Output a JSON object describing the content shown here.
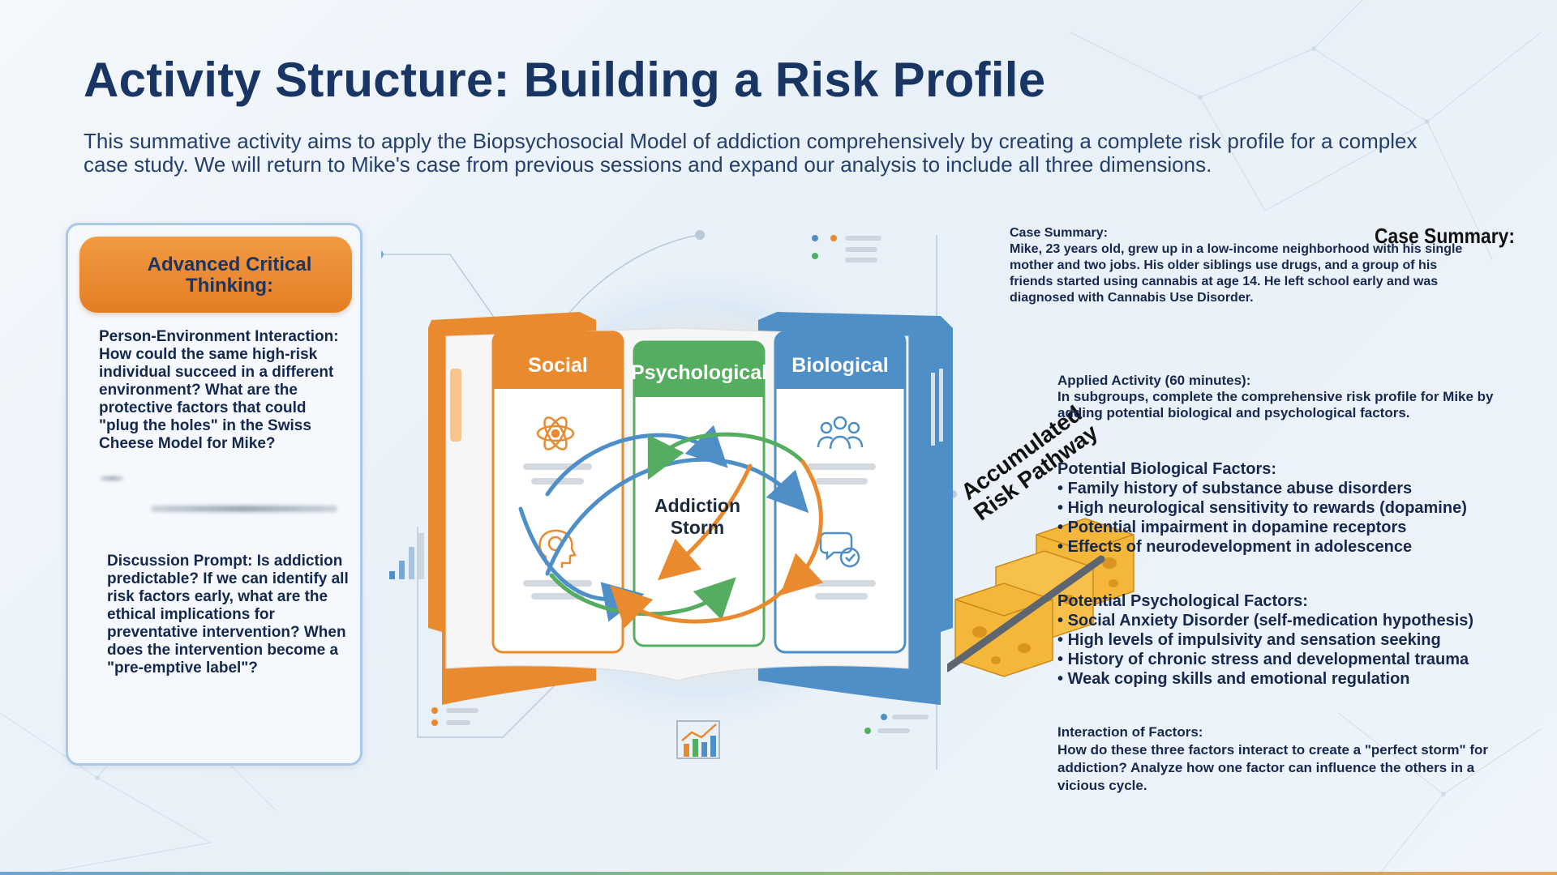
{
  "title": "Activity Structure: Building a Risk Profile",
  "intro": "This summative activity aims to apply the Biopsychosocial Model of addiction comprehensively by creating a complete risk profile for a complex case study. We will return to Mike's case from previous sessions and expand our analysis to include all three dimensions.",
  "left_card": {
    "header": "Advanced Critical Thinking:",
    "person_env": "Person-Environment Interaction: How could the same high-risk individual succeed in a different environment? What are the protective factors that could \"plug the holes\" in the Swiss Cheese Model for Mike?",
    "discussion": "Discussion Prompt: Is addiction predictable? If we can identify all risk factors early, what are the ethical implications for preventative intervention? When does the intervention become a \"pre-emptive label\"?"
  },
  "diagram": {
    "columns": [
      "Social",
      "Psychological",
      "Biological"
    ],
    "center_line1": "Addiction",
    "center_line2": "Storm"
  },
  "case": {
    "heading": "Case Summary:",
    "body": "Mike, 23 years old, grew up in a low-income neighborhood with his single mother and two jobs. His older siblings use drugs, and a group of his friends started using cannabis at age 14. He left school early and was diagnosed with Cannabis Use Disorder.",
    "overlay_label": "Case Summary:"
  },
  "applied": {
    "heading": "Applied Activity (60 minutes):",
    "body": "In subgroups, complete the comprehensive risk profile for Mike by adding potential biological and psychological factors."
  },
  "biological": {
    "heading": "Potential Biological Factors:",
    "items": [
      "Family history of substance abuse disorders",
      "High neurological sensitivity to rewards (dopamine)",
      "Potential impairment in dopamine receptors",
      "Effects of neurodevelopment in adolescence"
    ]
  },
  "psychological": {
    "heading": "Potential Psychological Factors:",
    "items": [
      "Social Anxiety Disorder (self-medication hypothesis)",
      "High levels of impulsivity and sensation seeking",
      "History of chronic stress and developmental trauma",
      "Weak coping skills and emotional regulation"
    ]
  },
  "interaction": {
    "heading": "Interaction of Factors:",
    "body": "How do these three factors interact to create a \"perfect storm\" for addiction? Analyze how one factor can influence the others in a vicious cycle."
  },
  "pathway": {
    "line1": "Accumulated",
    "line2": "Risk Pathway"
  },
  "colors": {
    "title": "#183563",
    "social": "#e98a2e",
    "psychological": "#55ad5f",
    "biological": "#4e8fc8",
    "cheese": "#f4b73a"
  },
  "icons": [
    "atom-icon",
    "brain-head-icon",
    "people-group-icon",
    "chat-bubbles-icon",
    "bar-chart-icon",
    "swiss-cheese-illustration"
  ]
}
